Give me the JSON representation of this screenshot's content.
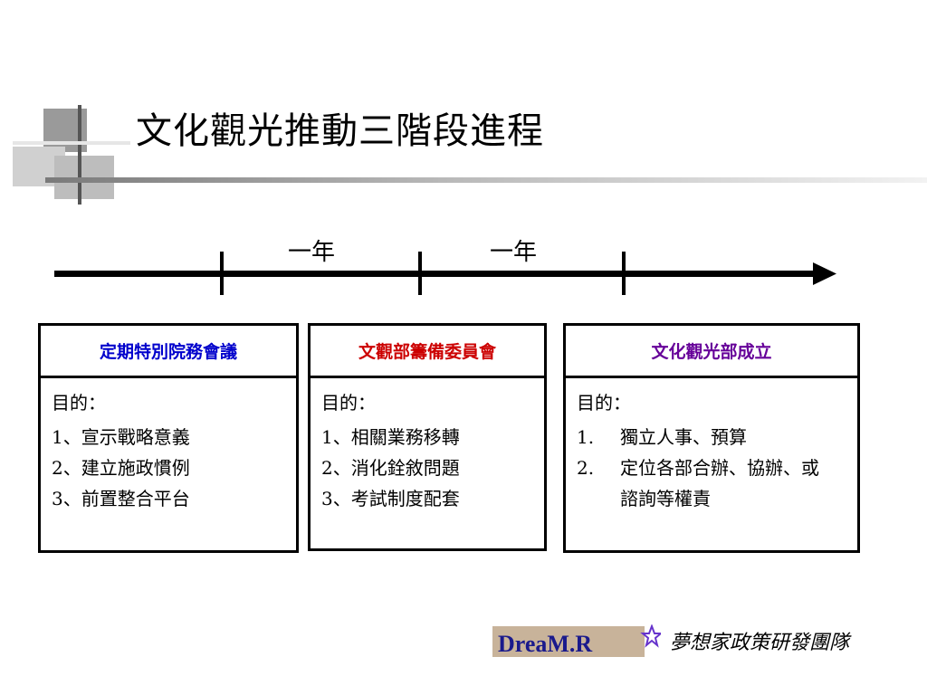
{
  "title": "文化觀光推動三階段進程",
  "timeline": {
    "year_labels": [
      "一年",
      "一年"
    ]
  },
  "boxes": [
    {
      "heading": "定期特別院務會議",
      "heading_color": "#0000cc",
      "purpose_label": "目的：",
      "items": [
        "1、宣示戰略意義",
        "2、建立施政慣例",
        "3、前置整合平台"
      ]
    },
    {
      "heading": "文觀部籌備委員會",
      "heading_color": "#cc0000",
      "purpose_label": "目的：",
      "items": [
        "1、相關業務移轉",
        "2、消化銓敘問題",
        "3、考試制度配套"
      ]
    },
    {
      "heading": "文化觀光部成立",
      "heading_color": "#660099",
      "purpose_label": "目的：",
      "numbered": [
        {
          "num": "1.",
          "text": "獨立人事、預算"
        },
        {
          "num": "2.",
          "text": "定位各部合辦、協辦、或諮詢等權責"
        }
      ]
    }
  ],
  "footer": {
    "logo_text": "DreaM.R",
    "team_name": "夢想家政策研發團隊"
  },
  "colors": {
    "logo_bg": "#c8b39a",
    "logo_text": "#1a1a8c",
    "logo_star": "#6633cc"
  }
}
